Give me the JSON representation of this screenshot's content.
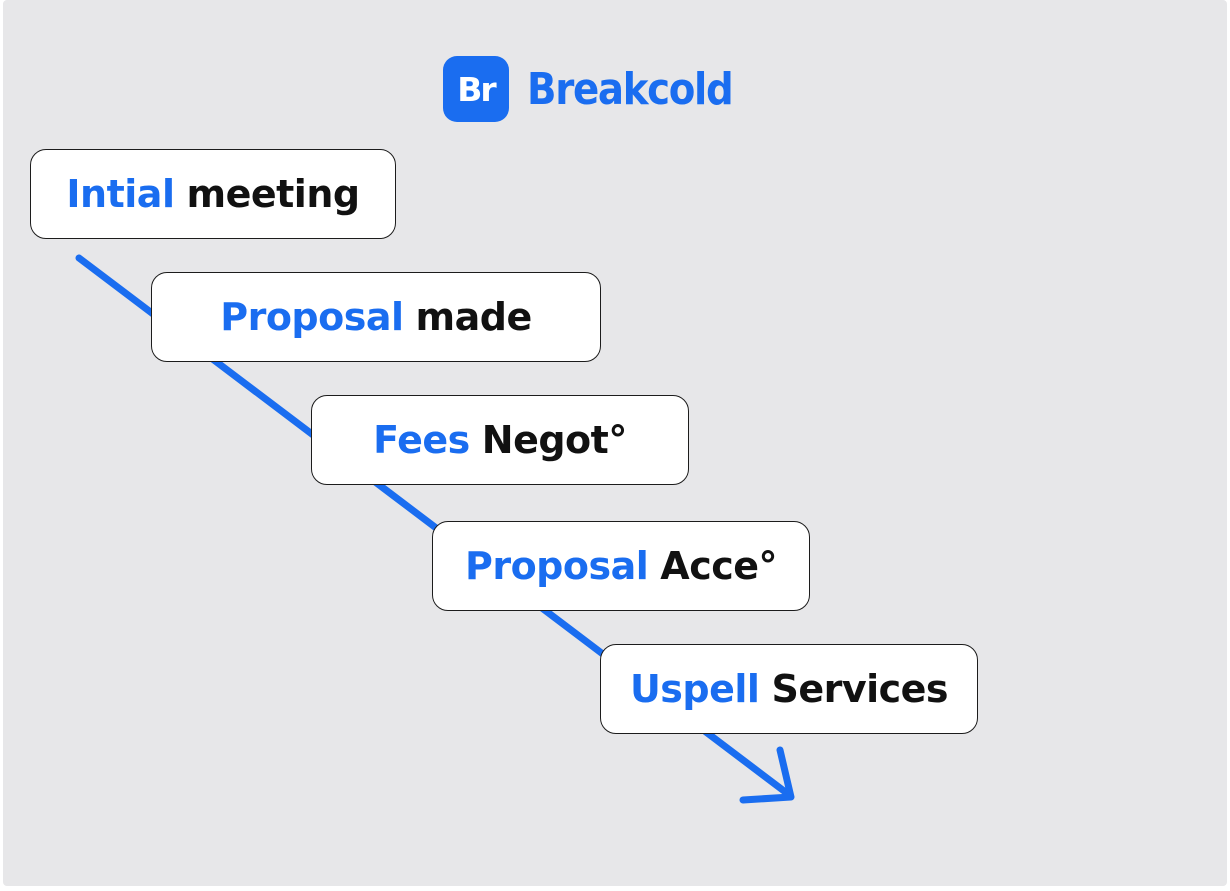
{
  "brand": {
    "mark": "Br",
    "name": "Breakcold",
    "color": "#1a6df0"
  },
  "steps": [
    {
      "highlight": "Intial",
      "rest": "meeting"
    },
    {
      "highlight": "Proposal",
      "rest": "made"
    },
    {
      "highlight": "Fees",
      "rest": "Negot°"
    },
    {
      "highlight": "Proposal",
      "rest": "Acce°"
    },
    {
      "highlight": "Uspell",
      "rest": "Services"
    }
  ],
  "colors": {
    "accent": "#1a6df0",
    "background": "#e7e7e9",
    "text": "#111111"
  }
}
